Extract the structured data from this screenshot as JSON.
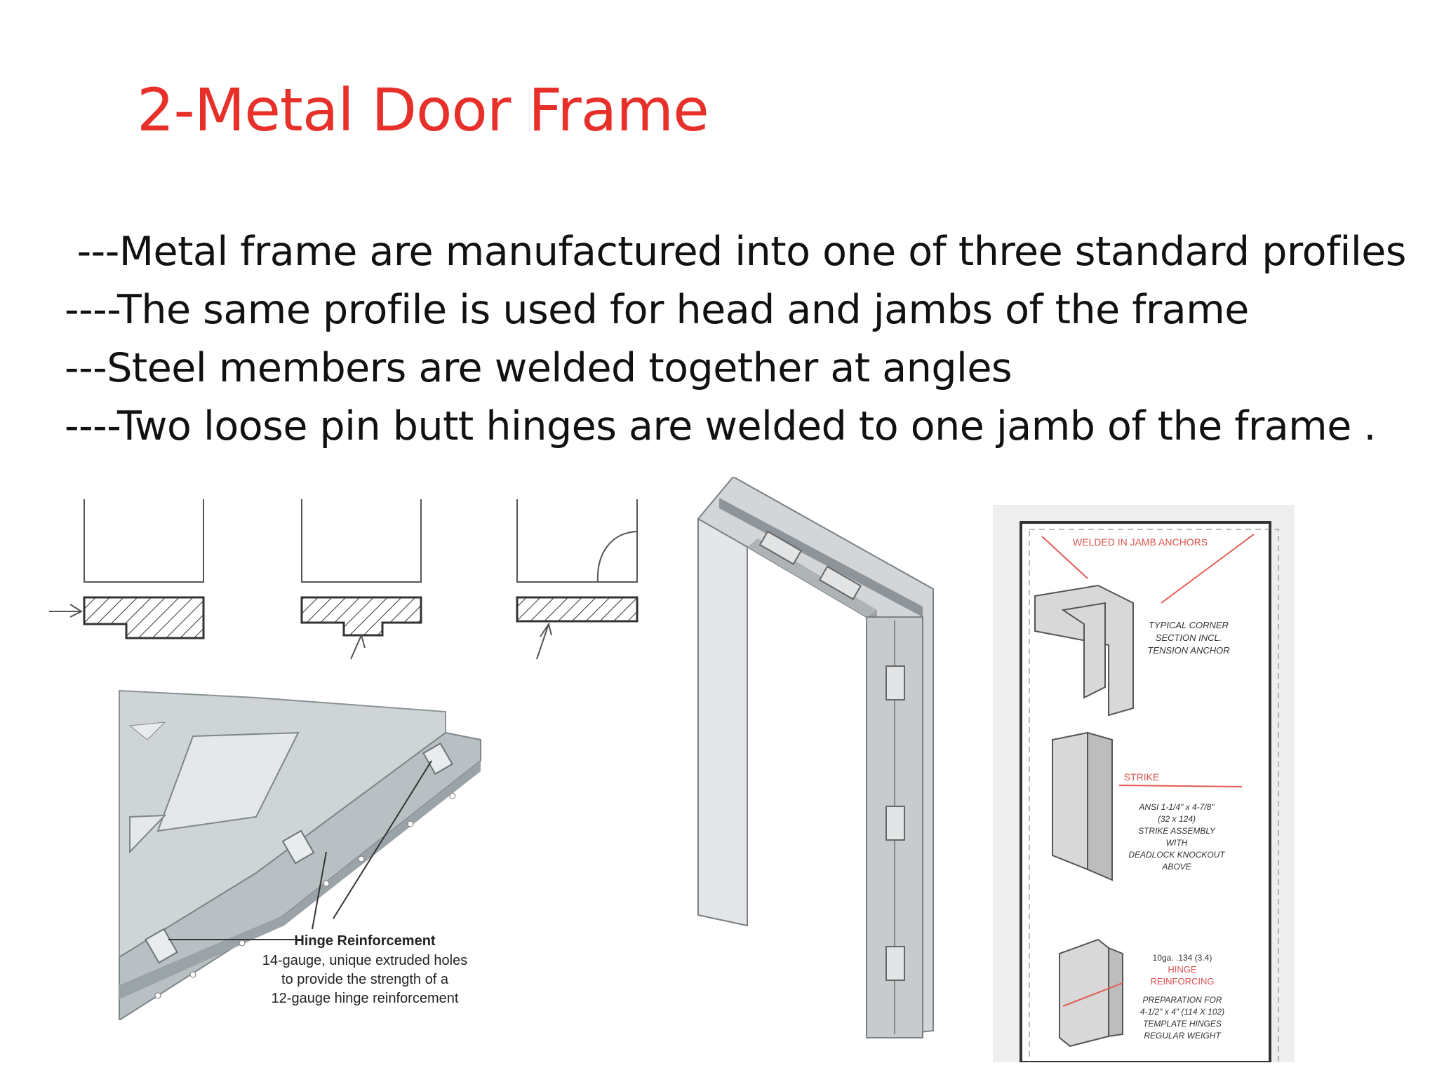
{
  "slide": {
    "title": "2-Metal Door Frame",
    "bullets": [
      " ---Metal frame are manufactured into one of three standard profiles",
      "----The same profile is used for head and jambs of the frame",
      "---Steel members are welded together at angles",
      "----Two loose pin butt hinges are welded to one jamb of the frame ."
    ]
  },
  "hinge_figure": {
    "heading": "Hinge Reinforcement",
    "caption": [
      "14-gauge, unique extruded holes",
      "to provide the strength of a",
      "12-gauge hinge reinforcement"
    ]
  },
  "anchor_figure": {
    "welded": "WELDED IN JAMB ANCHORS",
    "corner": [
      "TYPICAL CORNER",
      "SECTION INCL.",
      "TENSION ANCHOR"
    ],
    "strike": "STRIKE",
    "strike_desc": [
      "ANSI 1-1/4\" x 4-7/8\"",
      "(32 x 124)",
      "STRIKE ASSEMBLY",
      "WITH",
      "DEADLOCK KNOCKOUT",
      "ABOVE"
    ],
    "hinge_gauge": "10ga. .134 (3.4)",
    "hinge_label": [
      "HINGE",
      "REINFORCING"
    ],
    "hinge_desc": [
      "PREPARATION FOR",
      "4-1/2\" x 4\" (114 X 102)",
      "TEMPLATE HINGES",
      "REGULAR WEIGHT"
    ]
  },
  "colors": {
    "title": "#e8302a",
    "annotation_red": "#d9534f"
  }
}
